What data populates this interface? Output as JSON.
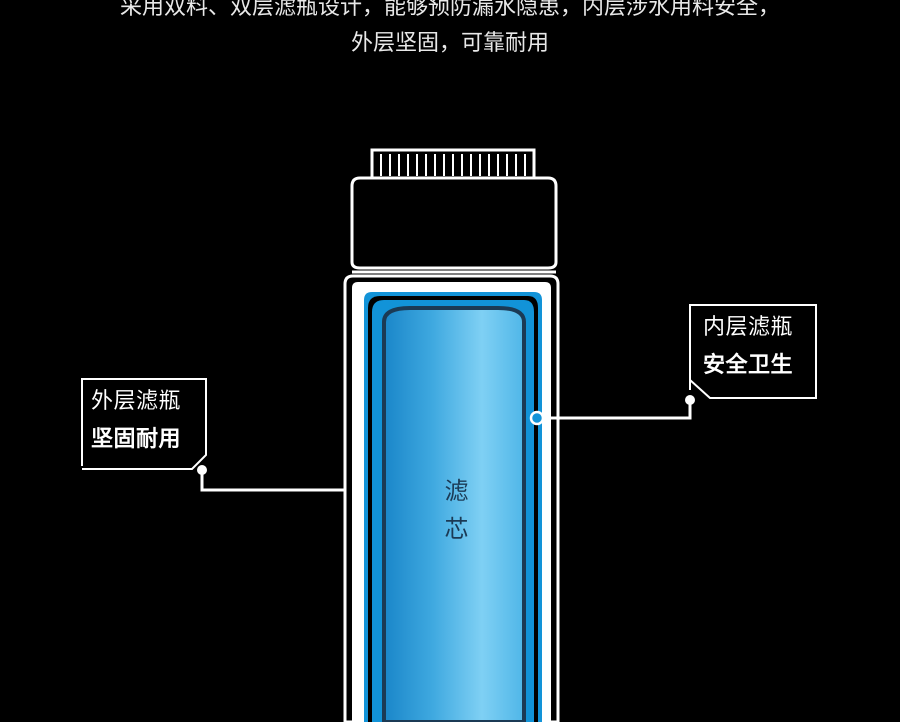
{
  "intro": {
    "line1": "采用双料、双层滤瓶设计，能够预防漏水隐患，内层涉水用料安全，",
    "line2": "外层坚固，可靠耐用"
  },
  "outer_bottle": {
    "title": "外层滤瓶",
    "subtitle": "坚固耐用"
  },
  "inner_bottle": {
    "title": "内层滤瓶",
    "subtitle": "安全卫生"
  },
  "filter_core": {
    "label": "滤芯"
  },
  "colors": {
    "background": "#000000",
    "line": "#ffffff",
    "blue_outer": "#0f8fd6",
    "blue_inner_light": "#6fc8f1",
    "blue_inner_dark": "#1b8fd2"
  }
}
